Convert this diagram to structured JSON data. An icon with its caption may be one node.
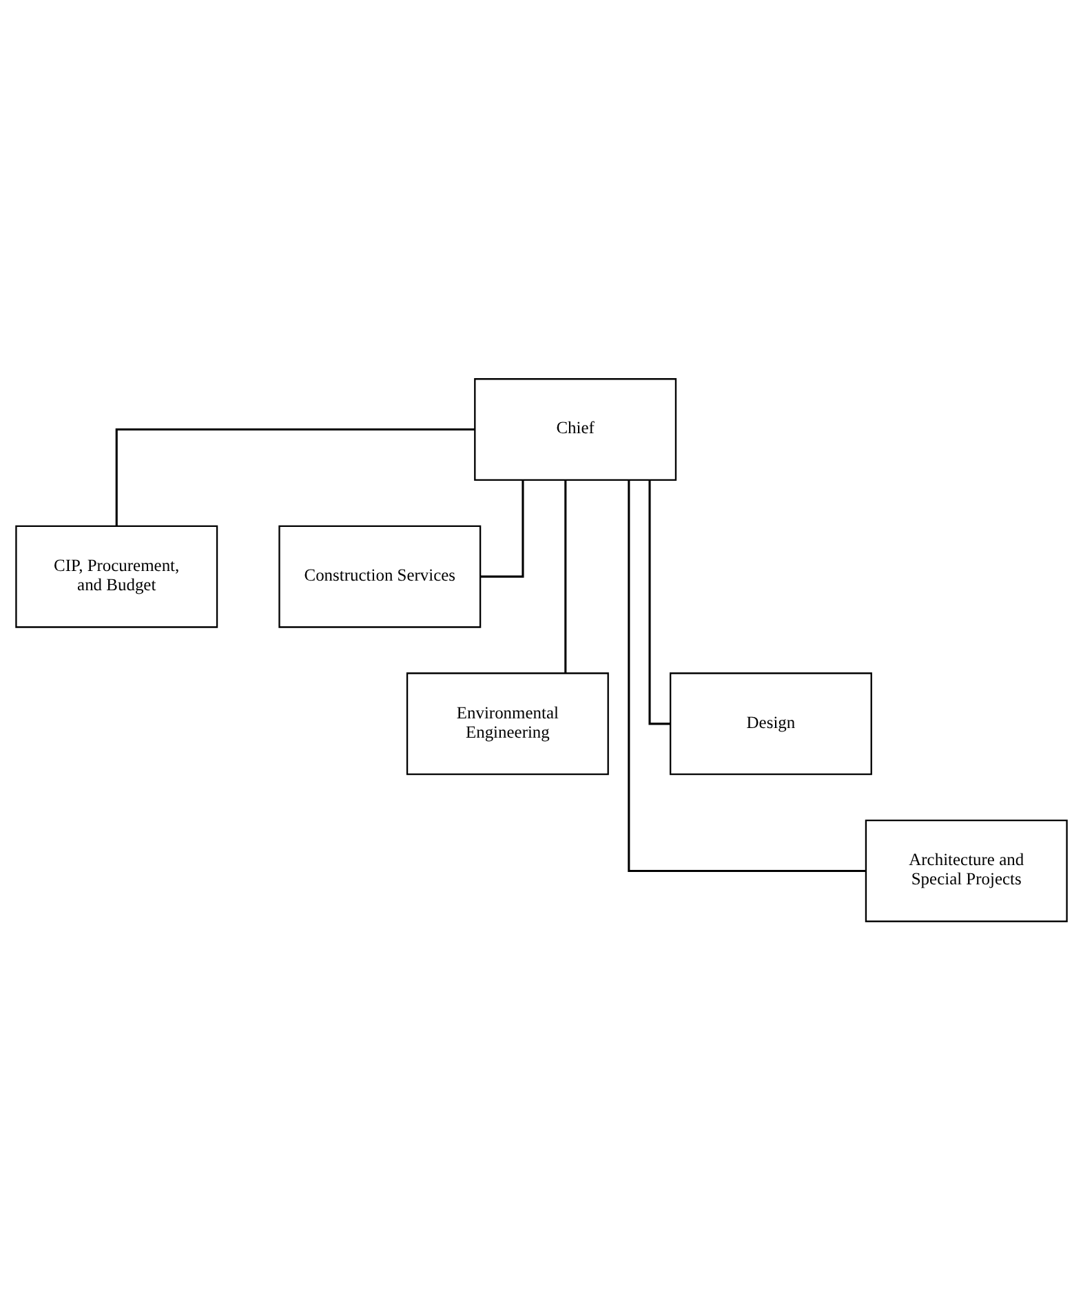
{
  "diagram": {
    "nodes": [
      {
        "text": [
          "Chief"
        ]
      },
      {
        "text": [
          "CIP, Procurement, and Budget"
        ]
      },
      {
        "text": [
          "Construction Services"
        ]
      },
      {
        "text": [
          "Environmental Engineering"
        ]
      },
      {
        "text": [
          "Design"
        ]
      },
      {
        "text": [
          "Architecture and Special Projects"
        ]
      }
    ],
    "edges": [
      {
        "from": 0,
        "to": 1,
        "arrow": "none"
      },
      {
        "from": 0,
        "to": 2,
        "arrow": "none"
      },
      {
        "from": 0,
        "to": 3,
        "arrow": "none"
      },
      {
        "from": 0,
        "to": 4,
        "arrow": "none"
      },
      {
        "from": 0,
        "to": 5,
        "arrow": "none"
      }
    ]
  }
}
